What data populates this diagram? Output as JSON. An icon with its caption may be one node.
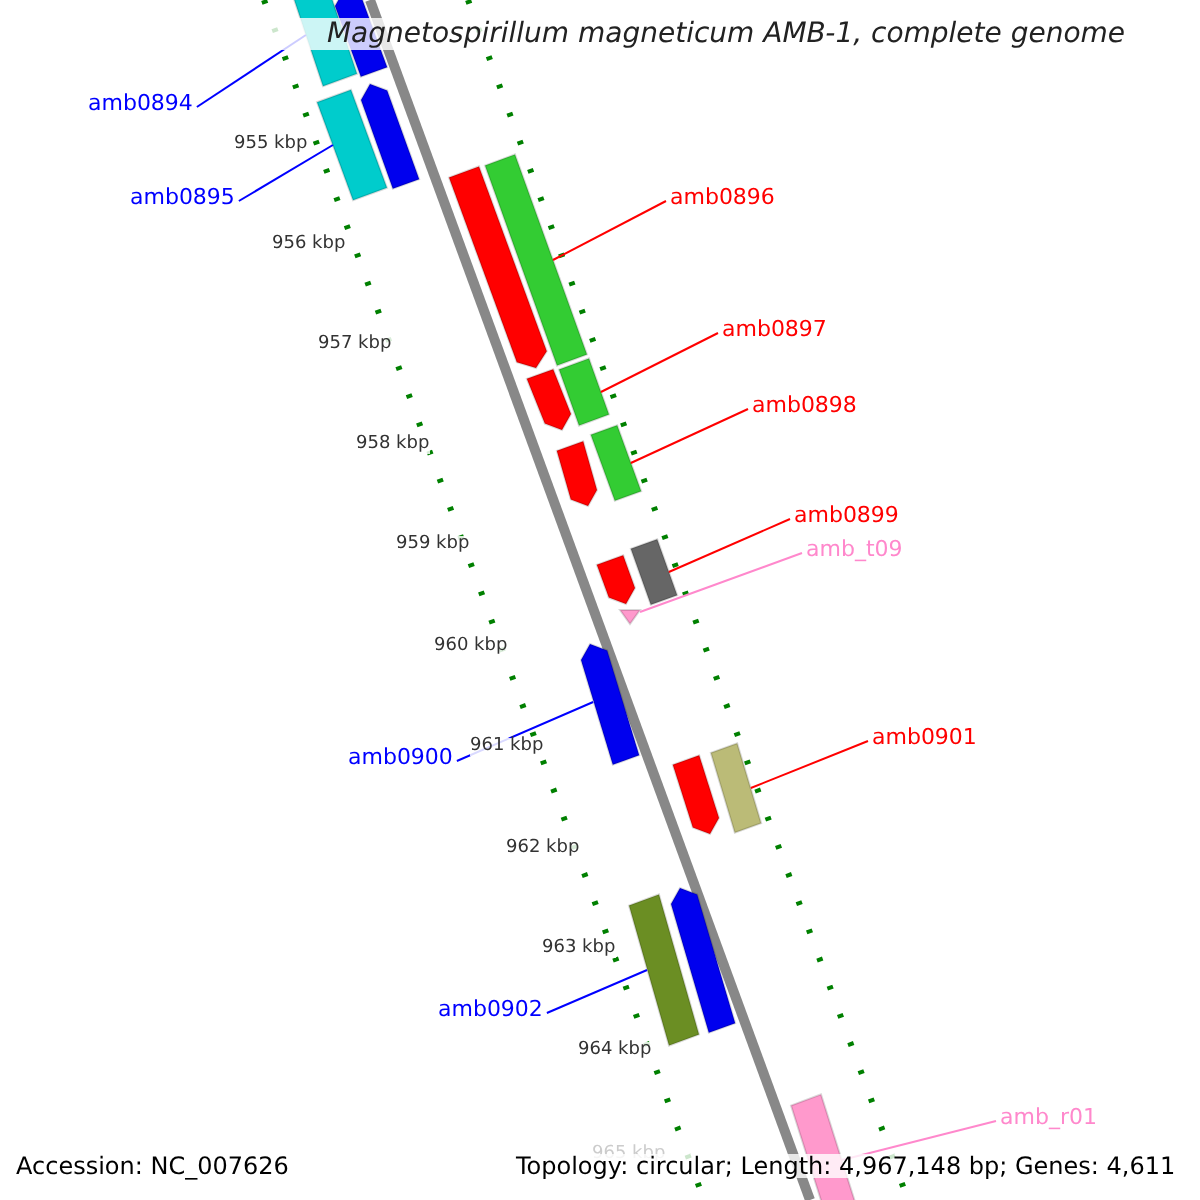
{
  "diagram": {
    "title": "Magnetospirillum magneticum AMB-1, complete genome",
    "nodes": [
      {
        "text": [
          "amb0894"
        ]
      },
      {
        "text": [],
        "shape": "bar"
      },
      {
        "text": [],
        "shape": "bar"
      },
      {
        "text": [
          "amb0895"
        ]
      },
      {
        "text": [],
        "shape": "bar"
      },
      {
        "text": [],
        "shape": "bar"
      },
      {
        "text": [
          "amb0896"
        ]
      },
      {
        "text": [],
        "shape": "bar"
      },
      {
        "text": [],
        "shape": "bar"
      },
      {
        "text": [],
        "shape": "bar"
      },
      {
        "text": [
          "amb0897"
        ]
      },
      {
        "text": [],
        "shape": "bar"
      },
      {
        "text": [
          "amb0898"
        ]
      },
      {
        "text": [],
        "shape": "bar"
      },
      {
        "text": [],
        "shape": "bar"
      },
      {
        "text": [
          "amb0899"
        ]
      },
      {
        "text": [],
        "shape": "bar"
      },
      {
        "text": [],
        "shape": "bar"
      },
      {
        "text": [
          "amb_t09"
        ]
      },
      {
        "text": [],
        "shape": "triangle"
      },
      {
        "text": [],
        "shape": "bar"
      },
      {
        "text": [
          "amb0900"
        ]
      },
      {
        "text": [
          "amb0901"
        ]
      },
      {
        "text": [],
        "shape": "bar"
      },
      {
        "text": [],
        "shape": "bar"
      },
      {
        "text": [],
        "shape": "bar"
      },
      {
        "text": [],
        "shape": "bar"
      },
      {
        "text": [
          "amb0902"
        ]
      },
      {
        "text": [],
        "shape": "bar"
      },
      {
        "text": [
          "amb_r01"
        ]
      }
    ],
    "edges": [
      {
        "from": 0,
        "to": 1,
        "arrow": "none",
        "color": "#0000ff"
      },
      {
        "from": 3,
        "to": 4,
        "arrow": "none",
        "color": "#0000ff"
      },
      {
        "from": 6,
        "to": 8,
        "arrow": "none",
        "color": "#ff0000"
      },
      {
        "from": 10,
        "to": 11,
        "arrow": "none",
        "color": "#ff0000"
      },
      {
        "from": 12,
        "to": 14,
        "arrow": "none",
        "color": "#ff0000"
      },
      {
        "from": 15,
        "to": 17,
        "arrow": "none",
        "color": "#ff0000"
      },
      {
        "from": 18,
        "to": 19,
        "arrow": "none",
        "color": "#ff88cc"
      },
      {
        "from": 21,
        "to": 20,
        "arrow": "none",
        "color": "#0000ff"
      },
      {
        "from": 22,
        "to": 24,
        "arrow": "none",
        "color": "#ff0000"
      },
      {
        "from": 27,
        "to": 25,
        "arrow": "none",
        "color": "#0000ff"
      },
      {
        "from": 29,
        "to": 28,
        "arrow": "none",
        "color": "#ff88cc"
      }
    ],
    "labels": [
      "955 kbp",
      "956 kbp",
      "957 kbp",
      "958 kbp",
      "959 kbp",
      "960 kbp",
      "961 kbp",
      "962 kbp",
      "963 kbp",
      "964 kbp",
      "965 kbp",
      "Accession: NC_007626",
      "Topology: circular; Length: 4,967,148 bp; Genes: 4,611"
    ]
  }
}
